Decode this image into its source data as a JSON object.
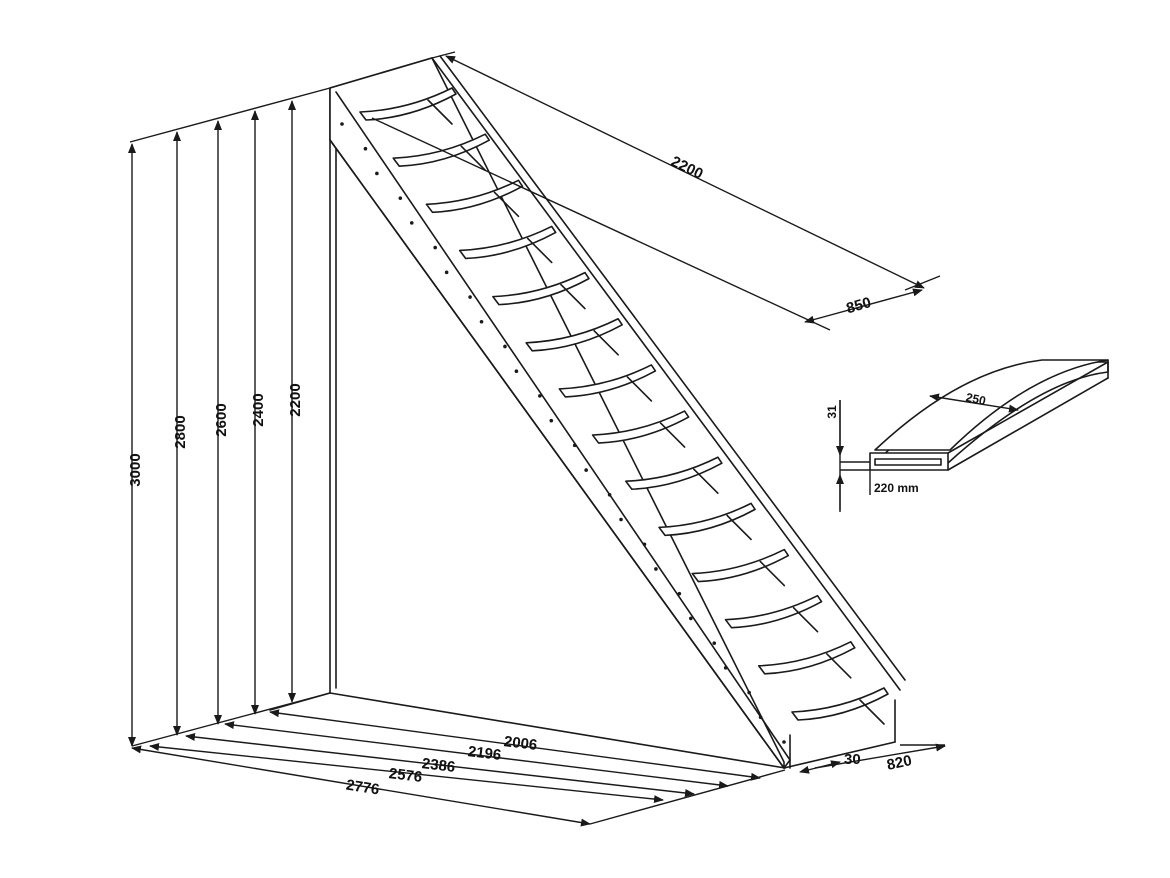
{
  "heights": [
    "3000",
    "2800",
    "2600",
    "2400",
    "2200"
  ],
  "floor_lengths": [
    "2006",
    "2196",
    "2386",
    "2576",
    "2776"
  ],
  "stair_length": "2200",
  "stair_width": "850",
  "bottom_offset": "30",
  "bottom_width": "820",
  "tread_detail": {
    "depth": "250",
    "thickness": "31",
    "width": "220 mm"
  },
  "tread_count": 14
}
